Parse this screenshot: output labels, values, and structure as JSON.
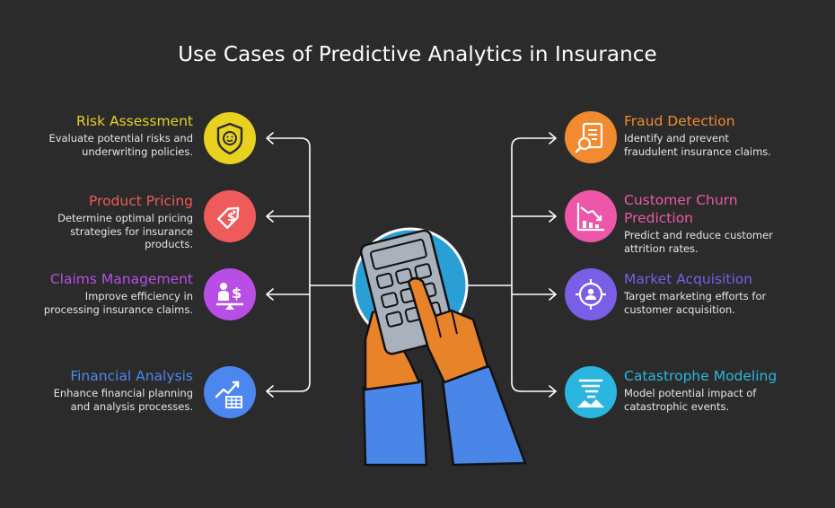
{
  "title": "Use Cases of Predictive Analytics in Insurance",
  "left_items": [
    {
      "title": "Risk Assessment",
      "desc": [
        "Evaluate potential risks and",
        "underwriting policies."
      ],
      "color": "#e8d11f",
      "icon": "shield-smile-icon"
    },
    {
      "title": "Product Pricing",
      "desc": [
        "Determine optimal pricing",
        "strategies for insurance",
        "products."
      ],
      "color": "#ef5a5a",
      "icon": "price-tag-icon"
    },
    {
      "title": "Claims Management",
      "desc": [
        "Improve efficiency in",
        "processing insurance claims."
      ],
      "color": "#b84ee6",
      "icon": "person-dollar-icon"
    },
    {
      "title": "Financial Analysis",
      "desc": [
        "Enhance financial planning",
        "and analysis processes."
      ],
      "color": "#4c86ef",
      "icon": "growth-chart-icon"
    }
  ],
  "right_items": [
    {
      "title": "Fraud Detection",
      "desc": [
        "Identify and prevent",
        "fraudulent insurance claims."
      ],
      "color": "#f28a2f",
      "icon": "document-search-icon"
    },
    {
      "title": "Customer Churn",
      "title2": "Prediction",
      "desc": [
        "Predict and reduce customer",
        "attrition rates."
      ],
      "color": "#ee57a9",
      "icon": "declining-chart-icon"
    },
    {
      "title": "Market Acquisition",
      "desc": [
        "Target marketing efforts for",
        "customer acquisition."
      ],
      "color": "#7a5ee8",
      "icon": "target-person-icon"
    },
    {
      "title": "Catastrophe Modeling",
      "desc": [
        "Model potential impact of",
        "catastrophic events."
      ],
      "color": "#2bb6df",
      "icon": "tornado-icon"
    }
  ],
  "center_icon": "hand-calculator-icon"
}
